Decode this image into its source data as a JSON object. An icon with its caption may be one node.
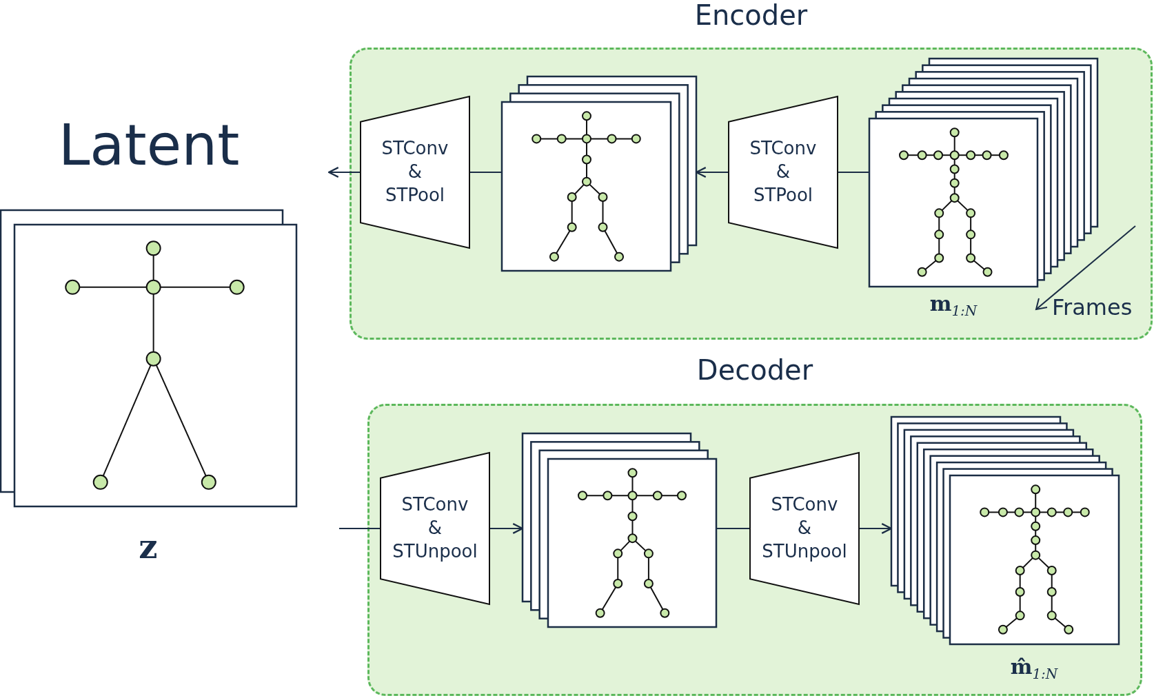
{
  "diagram": {
    "nodes": [
      {
        "text": [
          "Encoder"
        ]
      },
      {
        "text": [
          "STConv & STPool"
        ],
        "in": 0
      },
      {
        "text": [],
        "shape": "picture",
        "in": 0
      },
      {
        "text": [
          "STConv & STPool"
        ],
        "in": 0
      },
      {
        "text": [],
        "shape": "picture",
        "in": 0,
        "beside": [
          "**m**$_{1:N}$"
        ]
      },
      {
        "text": [
          "Latent"
        ],
        "beside": [
          "z"
        ]
      },
      {
        "text": [
          "Decoder"
        ]
      },
      {
        "text": [
          "STConv & STUnpool"
        ],
        "in": 6
      },
      {
        "text": [],
        "shape": "picture",
        "in": 6
      },
      {
        "text": [
          "STConv & STUnpool"
        ],
        "in": 6
      },
      {
        "text": [],
        "shape": "picture",
        "in": 6,
        "beside": [
          "**m̂**$_{1:N}$"
        ]
      }
    ],
    "edges": [
      {
        "from": 4,
        "to": 3,
        "arrow": "none"
      },
      {
        "from": 3,
        "to": 2,
        "arrow": "to"
      },
      {
        "from": 2,
        "to": 1,
        "arrow": "none"
      },
      {
        "from": 1,
        "to": null,
        "arrow": "to"
      },
      {
        "from": null,
        "to": 7,
        "arrow": "none"
      },
      {
        "from": 7,
        "to": 8,
        "arrow": "to"
      },
      {
        "from": 8,
        "to": 9,
        "arrow": "none"
      },
      {
        "from": 9,
        "to": 10,
        "arrow": "to"
      }
    ],
    "labels": [
      "Frames"
    ]
  }
}
